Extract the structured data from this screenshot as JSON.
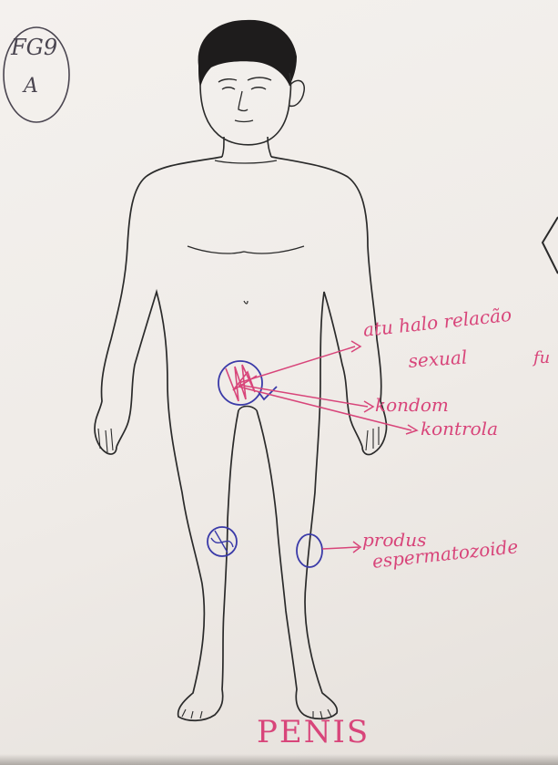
{
  "corner_label": {
    "line1": "FG9",
    "line2": "A"
  },
  "annotations": {
    "genital": {
      "line1": "atu halo relacão",
      "line2": "sexual"
    },
    "condom": {
      "line1": "kondom",
      "line2": "kontrola"
    },
    "testes": {
      "line1": "produs",
      "line2": "espermatozoide"
    },
    "edge_fragment": "fu"
  },
  "bottom_label": "PENIS",
  "colors": {
    "paper": "#f2efec",
    "pencil": "#2a2a2a",
    "pink_ink": "#d8457a",
    "blue_ink": "#3a3aa8"
  }
}
